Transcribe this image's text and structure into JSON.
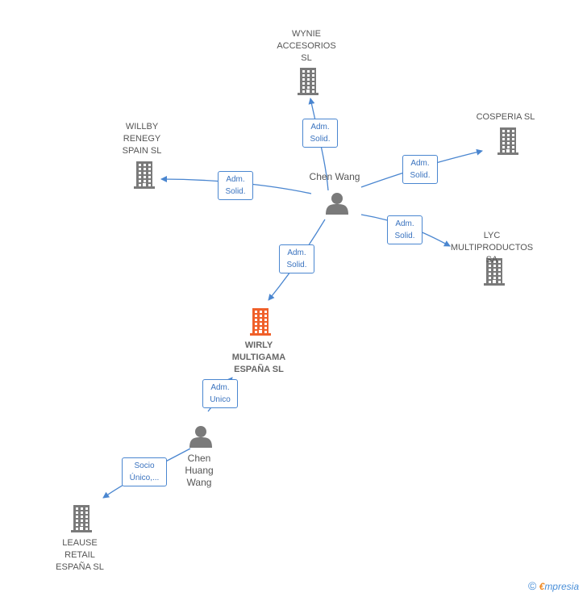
{
  "colors": {
    "edge": "#4a86d0",
    "building": "#7a7a7a",
    "main_building": "#f0602a",
    "person": "#7a7a7a"
  },
  "companies": [
    {
      "id": "wynie",
      "label": "WYNIE\nACCESORIOS\nSL",
      "icon": "building-icon"
    },
    {
      "id": "cosperia",
      "label": "COSPERIA SL",
      "icon": "building-icon"
    },
    {
      "id": "willby",
      "label": "WILLBY\nRENEGY\nSPAIN SL",
      "icon": "building-icon"
    },
    {
      "id": "lyc",
      "label": "LYC\nMULTIPRODUCTOS SA",
      "icon": "building-icon"
    },
    {
      "id": "wirly",
      "label": "WIRLY\nMULTIGAMA\nESPAÑA SL",
      "icon": "building-icon",
      "main": true
    },
    {
      "id": "leause",
      "label": "LEAUSE\nRETAIL\nESPAÑA SL",
      "icon": "building-icon"
    }
  ],
  "persons": [
    {
      "id": "chen_wang",
      "label": "Chen Wang",
      "icon": "person-icon"
    },
    {
      "id": "chen_huang",
      "label": "Chen\nHuang\nWang",
      "icon": "person-icon"
    }
  ],
  "edges": [
    {
      "from": "chen_wang",
      "to": "wynie",
      "label": "Adm.\nSolid."
    },
    {
      "from": "chen_wang",
      "to": "cosperia",
      "label": "Adm.\nSolid."
    },
    {
      "from": "chen_wang",
      "to": "willby",
      "label": "Adm.\nSolid."
    },
    {
      "from": "chen_wang",
      "to": "lyc",
      "label": "Adm.\nSolid."
    },
    {
      "from": "chen_wang",
      "to": "wirly",
      "label": "Adm.\nSolid."
    },
    {
      "from": "chen_huang",
      "to": "wirly",
      "label": "Adm.\nUnico"
    },
    {
      "from": "chen_huang",
      "to": "leause",
      "label": "Socio\nÚnico,..."
    }
  ],
  "brand": {
    "copyright": "©",
    "e": "€",
    "rest": "mpresia"
  }
}
